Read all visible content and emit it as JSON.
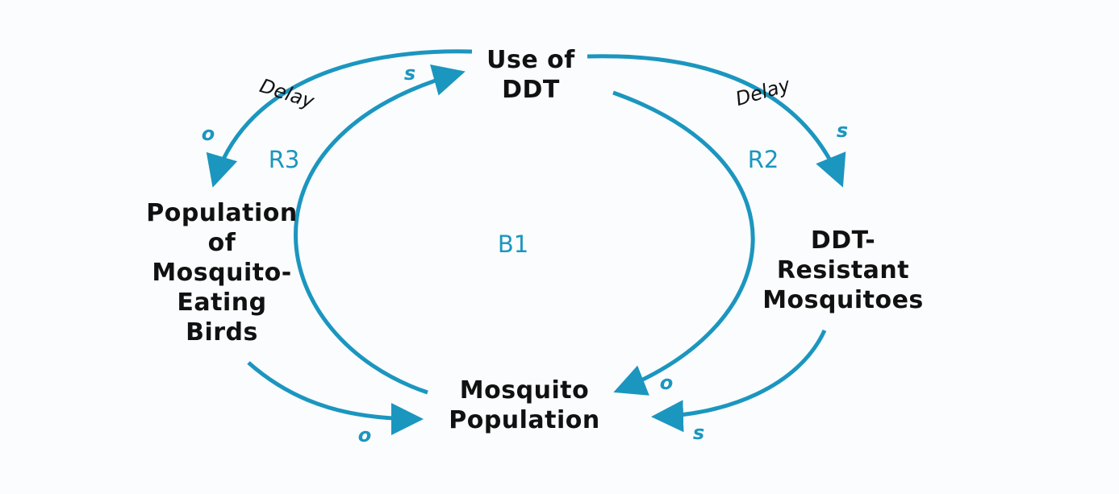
{
  "colors": {
    "link": "#1b96bf",
    "text": "#111111",
    "background": "#fbfcfd"
  },
  "nodes": {
    "use_of_ddt": [
      "Use of",
      "DDT"
    ],
    "birds": [
      "Population",
      "of",
      "Mosquito-",
      "Eating",
      "Birds"
    ],
    "resistant": [
      "DDT-",
      "Resistant",
      "Mosquitoes"
    ],
    "mosquito_population": [
      "Mosquito",
      "Population"
    ]
  },
  "loops": {
    "b1": "B1",
    "r2": "R2",
    "r3": "R3"
  },
  "links": {
    "ddt_to_birds": {
      "polarity": "o",
      "delay": "Delay"
    },
    "ddt_to_resistant": {
      "polarity": "s",
      "delay": "Delay"
    },
    "pop_to_ddt": {
      "polarity": "s"
    },
    "ddt_to_pop": {
      "polarity": "o"
    },
    "birds_to_pop": {
      "polarity": "o"
    },
    "resistant_to_pop": {
      "polarity": "s"
    }
  }
}
